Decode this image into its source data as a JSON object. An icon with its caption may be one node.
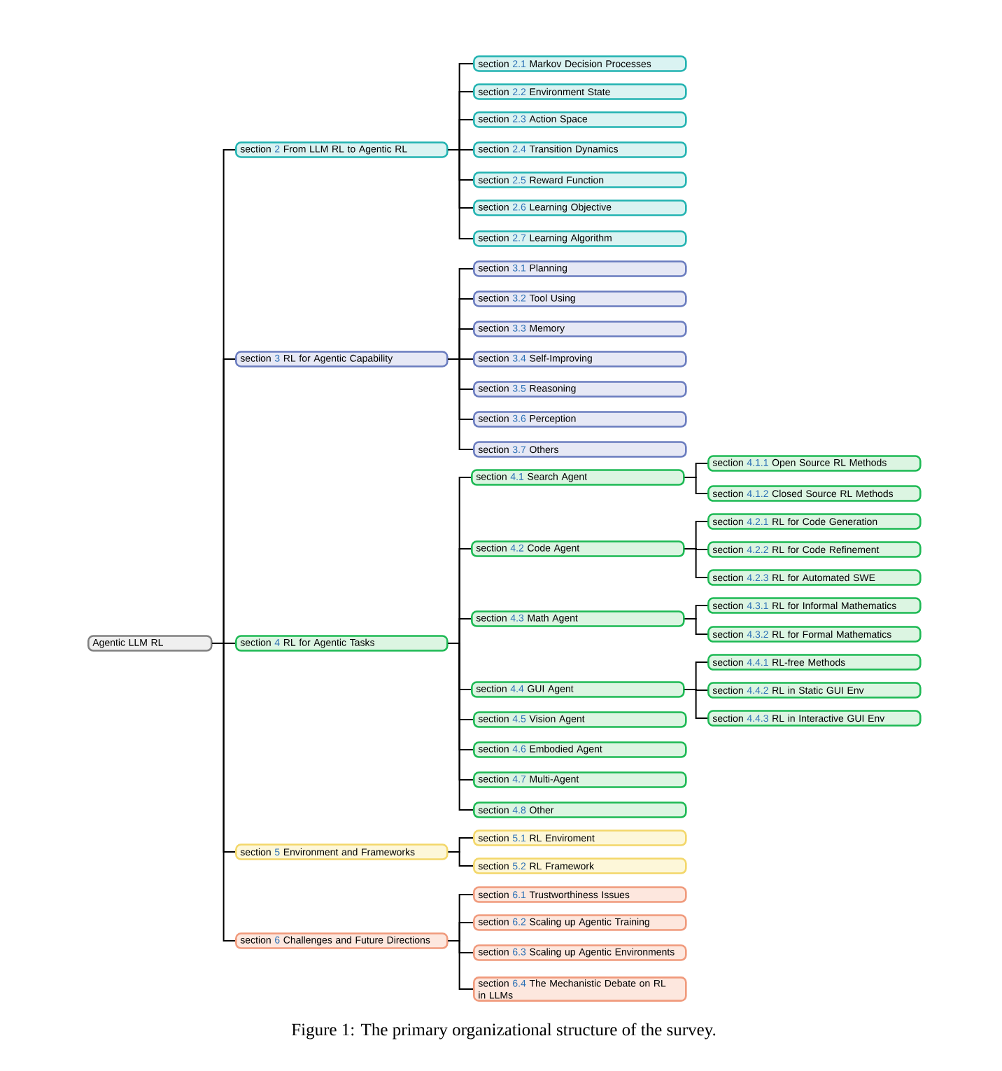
{
  "diagram": {
    "caption": "Figure 1: The primary organizational structure of the survey.",
    "nodes": [
      {
        "text": [
          "Agentic LLM RL"
        ]
      },
      {
        "text": [
          "section",
          "2",
          "From LLM RL to Agentic RL"
        ]
      },
      {
        "text": [
          "section",
          "2.1",
          "Markov Decision Processes"
        ]
      },
      {
        "text": [
          "section",
          "2.2",
          "Environment State"
        ]
      },
      {
        "text": [
          "section",
          "2.3",
          "Action Space"
        ]
      },
      {
        "text": [
          "section",
          "2.4",
          "Transition Dynamics"
        ]
      },
      {
        "text": [
          "section",
          "2.5",
          "Reward Function"
        ]
      },
      {
        "text": [
          "section",
          "2.6",
          "Learning Objective"
        ]
      },
      {
        "text": [
          "section",
          "2.7",
          "Learning Algorithm"
        ]
      },
      {
        "text": [
          "section",
          "3",
          "RL for Agentic Capability"
        ]
      },
      {
        "text": [
          "section",
          "3.1",
          "Planning"
        ]
      },
      {
        "text": [
          "section",
          "3.2",
          "Tool Using"
        ]
      },
      {
        "text": [
          "section",
          "3.3",
          "Memory"
        ]
      },
      {
        "text": [
          "section",
          "3.4",
          "Self-Improving"
        ]
      },
      {
        "text": [
          "section",
          "3.5",
          "Reasoning"
        ]
      },
      {
        "text": [
          "section",
          "3.6",
          "Perception"
        ]
      },
      {
        "text": [
          "section",
          "3.7",
          "Others"
        ]
      },
      {
        "text": [
          "section",
          "4",
          "RL for Agentic Tasks"
        ]
      },
      {
        "text": [
          "section",
          "4.1",
          "Search Agent"
        ]
      },
      {
        "text": [
          "section",
          "4.1.1",
          "Open Source RL Methods"
        ]
      },
      {
        "text": [
          "section",
          "4.1.2",
          "Closed Source RL Methods"
        ]
      },
      {
        "text": [
          "section",
          "4.2",
          "Code Agent"
        ]
      },
      {
        "text": [
          "section",
          "4.2.1",
          "RL for Code Generation"
        ]
      },
      {
        "text": [
          "section",
          "4.2.2",
          "RL for Code Refinement"
        ]
      },
      {
        "text": [
          "section",
          "4.2.3",
          "RL for Automated SWE"
        ]
      },
      {
        "text": [
          "section",
          "4.3",
          "Math Agent"
        ]
      },
      {
        "text": [
          "section",
          "4.3.1",
          "RL for Informal Mathematics"
        ]
      },
      {
        "text": [
          "section",
          "4.3.2",
          "RL for Formal Mathematics"
        ]
      },
      {
        "text": [
          "section",
          "4.4",
          "GUI Agent"
        ]
      },
      {
        "text": [
          "section",
          "4.4.1",
          "RL-free Methods"
        ]
      },
      {
        "text": [
          "section",
          "4.4.2",
          "RL in Static GUI Env"
        ]
      },
      {
        "text": [
          "section",
          "4.4.3",
          "RL in Interactive GUI Env"
        ]
      },
      {
        "text": [
          "section",
          "4.5",
          "Vision Agent"
        ]
      },
      {
        "text": [
          "section",
          "4.6",
          "Embodied Agent"
        ]
      },
      {
        "text": [
          "section",
          "4.7",
          "Multi-Agent"
        ]
      },
      {
        "text": [
          "section",
          "4.8",
          "Other"
        ]
      },
      {
        "text": [
          "section",
          "5",
          "Environment and Frameworks"
        ]
      },
      {
        "text": [
          "section",
          "5.1",
          "RL Enviroment"
        ]
      },
      {
        "text": [
          "section",
          "5.2",
          "RL Framework"
        ]
      },
      {
        "text": [
          "section",
          "6",
          "Challenges and Future Directions"
        ]
      },
      {
        "text": [
          "section",
          "6.1",
          "Trustworthiness Issues"
        ]
      },
      {
        "text": [
          "section",
          "6.2",
          "Scaling up Agentic Training"
        ]
      },
      {
        "text": [
          "section",
          "6.3",
          "Scaling up Agentic Environments"
        ]
      },
      {
        "text": [
          "section",
          "6.4",
          "The Mechanistic Debate on RL in LLMs"
        ]
      }
    ],
    "edges": [
      {
        "from": 0,
        "to": 1,
        "arrow": "none"
      },
      {
        "from": 0,
        "to": 9,
        "arrow": "none"
      },
      {
        "from": 0,
        "to": 17,
        "arrow": "none"
      },
      {
        "from": 0,
        "to": 36,
        "arrow": "none"
      },
      {
        "from": 0,
        "to": 39,
        "arrow": "none"
      },
      {
        "from": 1,
        "to": 2,
        "arrow": "none"
      },
      {
        "from": 1,
        "to": 3,
        "arrow": "none"
      },
      {
        "from": 1,
        "to": 4,
        "arrow": "none"
      },
      {
        "from": 1,
        "to": 5,
        "arrow": "none"
      },
      {
        "from": 1,
        "to": 6,
        "arrow": "none"
      },
      {
        "from": 1,
        "to": 7,
        "arrow": "none"
      },
      {
        "from": 1,
        "to": 8,
        "arrow": "none"
      },
      {
        "from": 9,
        "to": 10,
        "arrow": "none"
      },
      {
        "from": 9,
        "to": 11,
        "arrow": "none"
      },
      {
        "from": 9,
        "to": 12,
        "arrow": "none"
      },
      {
        "from": 9,
        "to": 13,
        "arrow": "none"
      },
      {
        "from": 9,
        "to": 14,
        "arrow": "none"
      },
      {
        "from": 9,
        "to": 15,
        "arrow": "none"
      },
      {
        "from": 9,
        "to": 16,
        "arrow": "none"
      },
      {
        "from": 17,
        "to": 18,
        "arrow": "none"
      },
      {
        "from": 17,
        "to": 21,
        "arrow": "none"
      },
      {
        "from": 17,
        "to": 25,
        "arrow": "none"
      },
      {
        "from": 17,
        "to": 28,
        "arrow": "none"
      },
      {
        "from": 17,
        "to": 32,
        "arrow": "none"
      },
      {
        "from": 17,
        "to": 33,
        "arrow": "none"
      },
      {
        "from": 17,
        "to": 34,
        "arrow": "none"
      },
      {
        "from": 17,
        "to": 35,
        "arrow": "none"
      },
      {
        "from": 18,
        "to": 19,
        "arrow": "none"
      },
      {
        "from": 18,
        "to": 20,
        "arrow": "none"
      },
      {
        "from": 21,
        "to": 22,
        "arrow": "none"
      },
      {
        "from": 21,
        "to": 23,
        "arrow": "none"
      },
      {
        "from": 21,
        "to": 24,
        "arrow": "none"
      },
      {
        "from": 25,
        "to": 26,
        "arrow": "none"
      },
      {
        "from": 25,
        "to": 27,
        "arrow": "none"
      },
      {
        "from": 28,
        "to": 29,
        "arrow": "none"
      },
      {
        "from": 28,
        "to": 30,
        "arrow": "none"
      },
      {
        "from": 28,
        "to": 31,
        "arrow": "none"
      },
      {
        "from": 36,
        "to": 37,
        "arrow": "none"
      },
      {
        "from": 36,
        "to": 38,
        "arrow": "none"
      },
      {
        "from": 39,
        "to": 40,
        "arrow": "none"
      },
      {
        "from": 39,
        "to": 41,
        "arrow": "none"
      },
      {
        "from": 39,
        "to": 42,
        "arrow": "none"
      },
      {
        "from": 39,
        "to": 43,
        "arrow": "none"
      }
    ]
  }
}
